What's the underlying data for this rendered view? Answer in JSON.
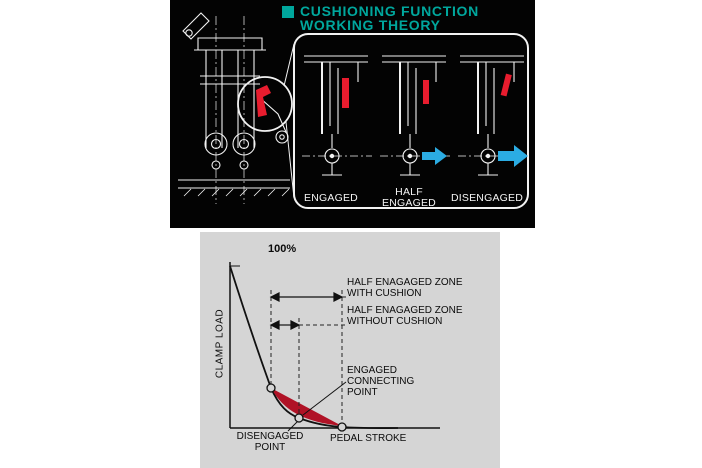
{
  "top_panel": {
    "title_line1": "CUSHIONING FUNCTION",
    "title_line2": "WORKING THEORY",
    "state_engaged": "ENGAGED",
    "state_half_line1": "HALF",
    "state_half_line2": "ENGAGED",
    "state_disengaged": "DISENGAGED"
  },
  "chart": {
    "max_label": "100%",
    "y_axis": "CLAMP LOAD",
    "x_axis": "PEDAL STROKE",
    "zone_with_line1": "HALF ENAGAGED ZONE",
    "zone_with_line2": "WITH CUSHION",
    "zone_without_line1": "HALF ENAGAGED ZONE",
    "zone_without_line2": "WITHOUT CUSHION",
    "engaged_point_line1": "ENGAGED",
    "engaged_point_line2": "CONNECTING",
    "engaged_point_line3": "POINT",
    "disengaged_point_line1": "DISENGAGED",
    "disengaged_point_line2": "POINT"
  },
  "colors": {
    "title_teal": "#00a79d",
    "arrow_blue": "#2bace3",
    "highlight_red": "#e81c2e",
    "cushion_zone_red": "#b01226",
    "panel_black": "#030303",
    "panel_gray": "#d5d5d5"
  },
  "chart_data": {
    "type": "line",
    "title": "Cushioning function working theory - clamp load vs pedal stroke",
    "xlabel": "PEDAL STROKE",
    "ylabel": "CLAMP LOAD",
    "y_max_label": "100%",
    "x_percent_of_stroke": [
      0,
      8,
      16,
      24,
      33,
      41,
      54,
      67,
      80
    ],
    "clamp_load_percent": [
      100,
      78,
      55,
      35,
      24,
      12,
      5,
      1,
      0
    ],
    "marked_points": [
      {
        "name": "engaged connecting point",
        "x_percent": 24,
        "load_percent": 24
      },
      {
        "name": "disengaged point (without cushion)",
        "x_percent": 41,
        "load_percent": 6
      },
      {
        "name": "disengaged end (with cushion)",
        "x_percent": 67,
        "load_percent": 1
      }
    ],
    "zones": [
      {
        "label": "HALF ENAGAGED ZONE WITH CUSHION",
        "from_x_percent": 24,
        "to_x_percent": 67
      },
      {
        "label": "HALF ENAGAGED ZONE WITHOUT CUSHION",
        "from_x_percent": 24,
        "to_x_percent": 41
      }
    ],
    "legend_position": "none",
    "grid": false
  }
}
